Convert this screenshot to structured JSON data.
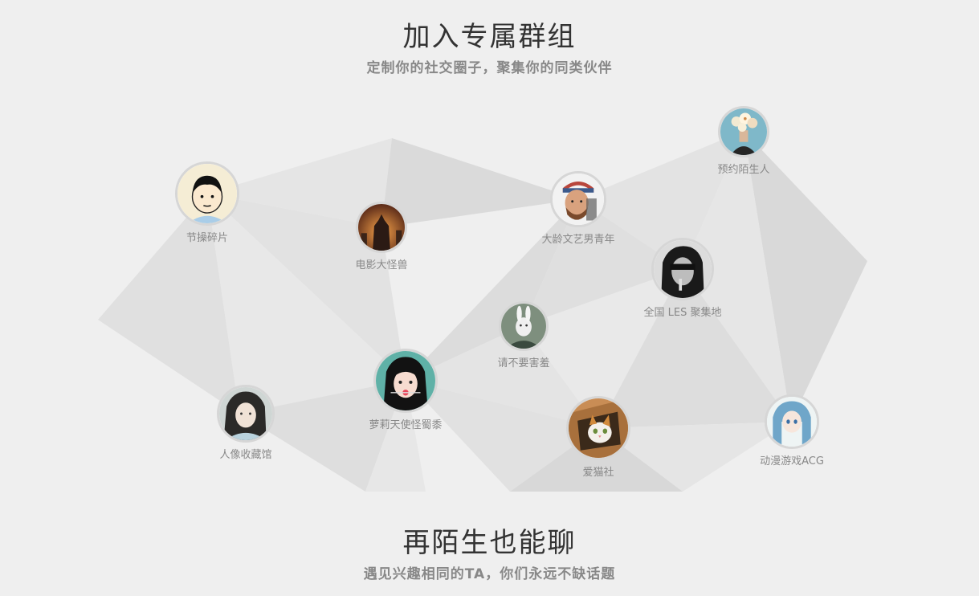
{
  "section_groups": {
    "title": "加入专属群组",
    "subtitle": "定制你的社交圈子，聚集你的同类伙伴"
  },
  "groups": [
    {
      "label": "节操碎片",
      "icon": "cartoon-boy-avatar"
    },
    {
      "label": "电影大怪兽",
      "icon": "godzilla-avatar"
    },
    {
      "label": "大龄文艺男青年",
      "icon": "tattooed-man-avatar"
    },
    {
      "label": "预约陌生人",
      "icon": "flower-head-avatar"
    },
    {
      "label": "全国 LES 聚集地",
      "icon": "blindfold-woman-avatar"
    },
    {
      "label": "请不要害羞",
      "icon": "rabbit-mask-avatar"
    },
    {
      "label": "萝莉天使怪蜀黍",
      "icon": "anime-girl-avatar"
    },
    {
      "label": "人像收藏馆",
      "icon": "portrait-girl-avatar"
    },
    {
      "label": "爱猫社",
      "icon": "cat-in-box-avatar"
    },
    {
      "label": "动漫游戏ACG",
      "icon": "blue-hair-anime-avatar"
    }
  ],
  "section_chat": {
    "title": "再陌生也能聊",
    "subtitle": "遇见兴趣相同的TA，你们永远不缺话题"
  }
}
